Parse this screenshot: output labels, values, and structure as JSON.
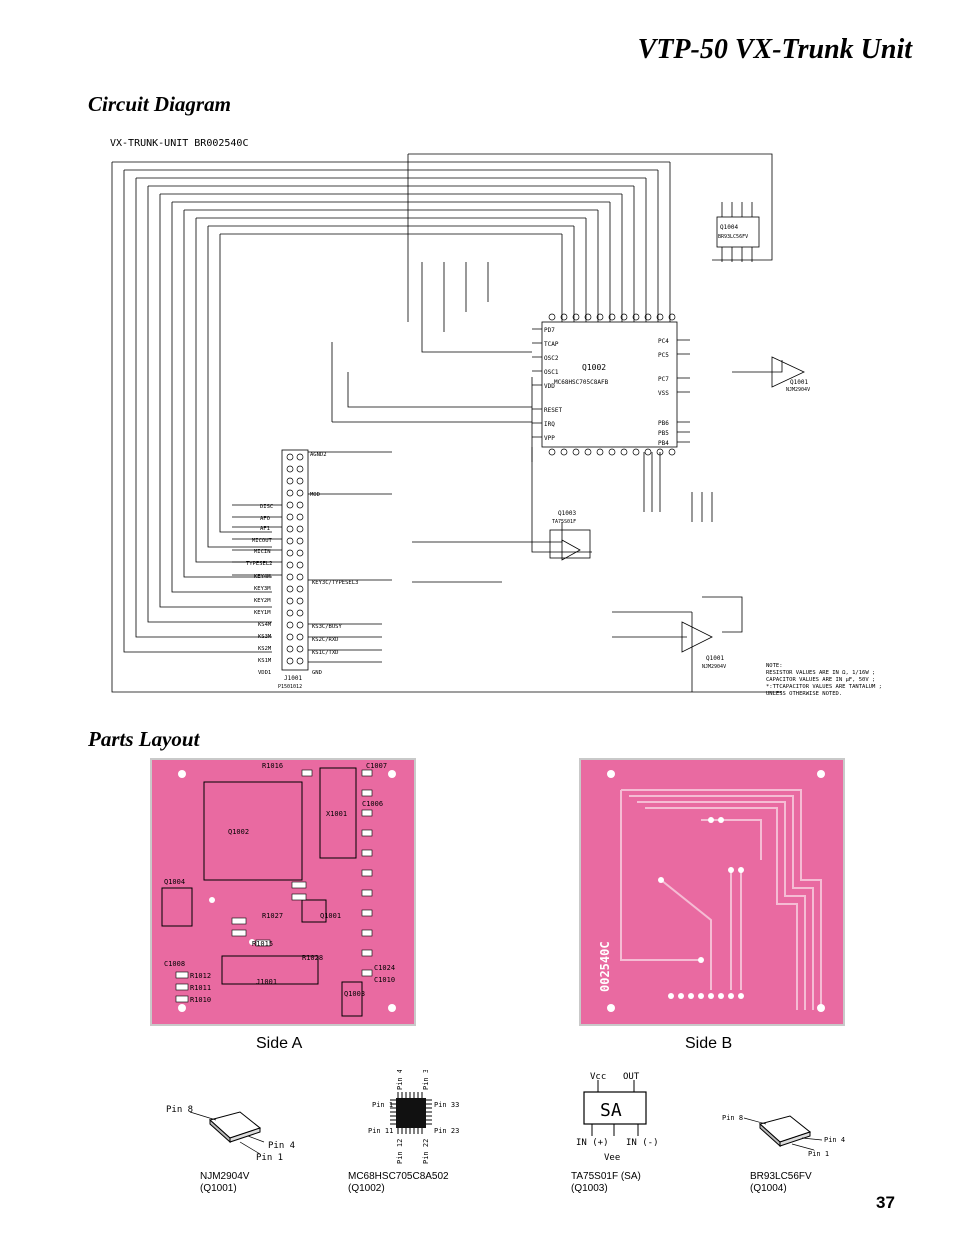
{
  "page": {
    "title": "VTP-50 VX-Trunk Unit",
    "page_number": "37"
  },
  "sections": {
    "circuit": "Circuit Diagram",
    "layout": "Parts Layout"
  },
  "schematic": {
    "header": "VX-TRUNK-UNIT   BR002540C",
    "mcu_ref": "Q1002",
    "mcu_part": "MC68HSC705C8AFB",
    "mcu_left_pins": [
      "PD7",
      "TCAP",
      "OSC2",
      "OSC1",
      "VDD",
      "RESET",
      "IRQ",
      "VPP"
    ],
    "mcu_right_pins": [
      "PC4",
      "PC5",
      "PC7",
      "VSS",
      "PB6",
      "PB5",
      "PB4"
    ],
    "eeprom_ref": "Q1004",
    "eeprom_part": "BR93LC56FV",
    "opamp1_ref": "Q1001",
    "opamp1_part": "NJM2904V",
    "comparator_ref": "Q1003",
    "comparator_part": "TA75S01F",
    "connector_ref": "J1001",
    "connector_part": "P1501012",
    "connector_signals": [
      "AGND2",
      "MOD",
      "DISC",
      "AFO",
      "AF1",
      "MICOUT",
      "MICIN",
      "TYPESEL2",
      "KEY4M",
      "KEY3M",
      "KEY2M",
      "KEY1M",
      "KS4M",
      "KS3M",
      "KS2M",
      "KS1M",
      "VDD1"
    ],
    "connector_right_signals": [
      "KEY3C/TYPESEL3",
      "KS3C/BUSY",
      "KS2C/RXD",
      "KS1C/TXD",
      "GND"
    ],
    "note_lines": [
      "NOTE:",
      "RESISTOR VALUES ARE IN Ω, 1/16W ;",
      "CAPACITOR VALUES ARE IN μF, 50V ;",
      "*:TTCAPACITOR VALUES ARE TANTALUM ;",
      "UNLESS OTHERWISE NOTED."
    ]
  },
  "boards": {
    "side_a_label": "Side A",
    "side_b_label": "Side B",
    "side_a_labels": [
      "R1016",
      "C1007",
      "X1001",
      "Q1002",
      "C1006",
      "Q1001",
      "J1001",
      "Q1004",
      "C1008",
      "R1012",
      "R1011",
      "R1010",
      "Q1003",
      "C1010",
      "C1024",
      "R1027",
      "R1015",
      "R1028"
    ],
    "side_b_code": "002540C"
  },
  "packages": [
    {
      "name": "NJM2904V",
      "ref": "(Q1001)",
      "pins": [
        "Pin 8",
        "Pin 4",
        "Pin 1"
      ]
    },
    {
      "name": "MC68HSC705C8A502",
      "ref": "(Q1002)",
      "pins": [
        "Pin 44",
        "Pin 34",
        "Pin 1",
        "Pin 33",
        "Pin 11",
        "Pin 23",
        "Pin 12",
        "Pin 22"
      ]
    },
    {
      "name": "TA75S01F (SA)",
      "ref": "(Q1003)",
      "pins": [
        "Vcc",
        "OUT",
        "SA",
        "IN (+)",
        "IN (-)",
        "Vee"
      ]
    },
    {
      "name": "BR93LC56FV",
      "ref": "(Q1004)",
      "pins": [
        "Pin 8",
        "Pin 4",
        "Pin 1"
      ]
    }
  ]
}
